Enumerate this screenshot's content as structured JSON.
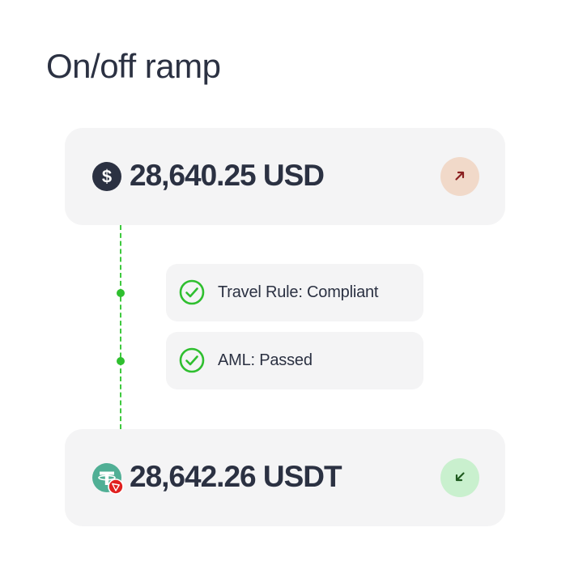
{
  "header": {
    "title": "On/off ramp"
  },
  "source": {
    "icon": "dollar-coin-icon",
    "amount": "28,640.25 USD",
    "direction_icon": "arrow-up-right-icon",
    "direction_color": "#f1d9c9",
    "arrow_color": "#8a1f1f"
  },
  "checks": [
    {
      "icon": "check-circle-icon",
      "label": "Travel Rule: Compliant"
    },
    {
      "icon": "check-circle-icon",
      "label": "AML: Passed"
    }
  ],
  "destination": {
    "icon": "tether-tron-icon",
    "amount": "28,642.26 USDT",
    "direction_icon": "arrow-down-left-icon",
    "direction_color": "#c9f0ce",
    "arrow_color": "#1f5a1f"
  },
  "colors": {
    "success": "#2fbf2f",
    "card_bg": "#f4f4f5",
    "text": "#2b3142",
    "tether": "#50af95",
    "tron": "#e0201f"
  }
}
